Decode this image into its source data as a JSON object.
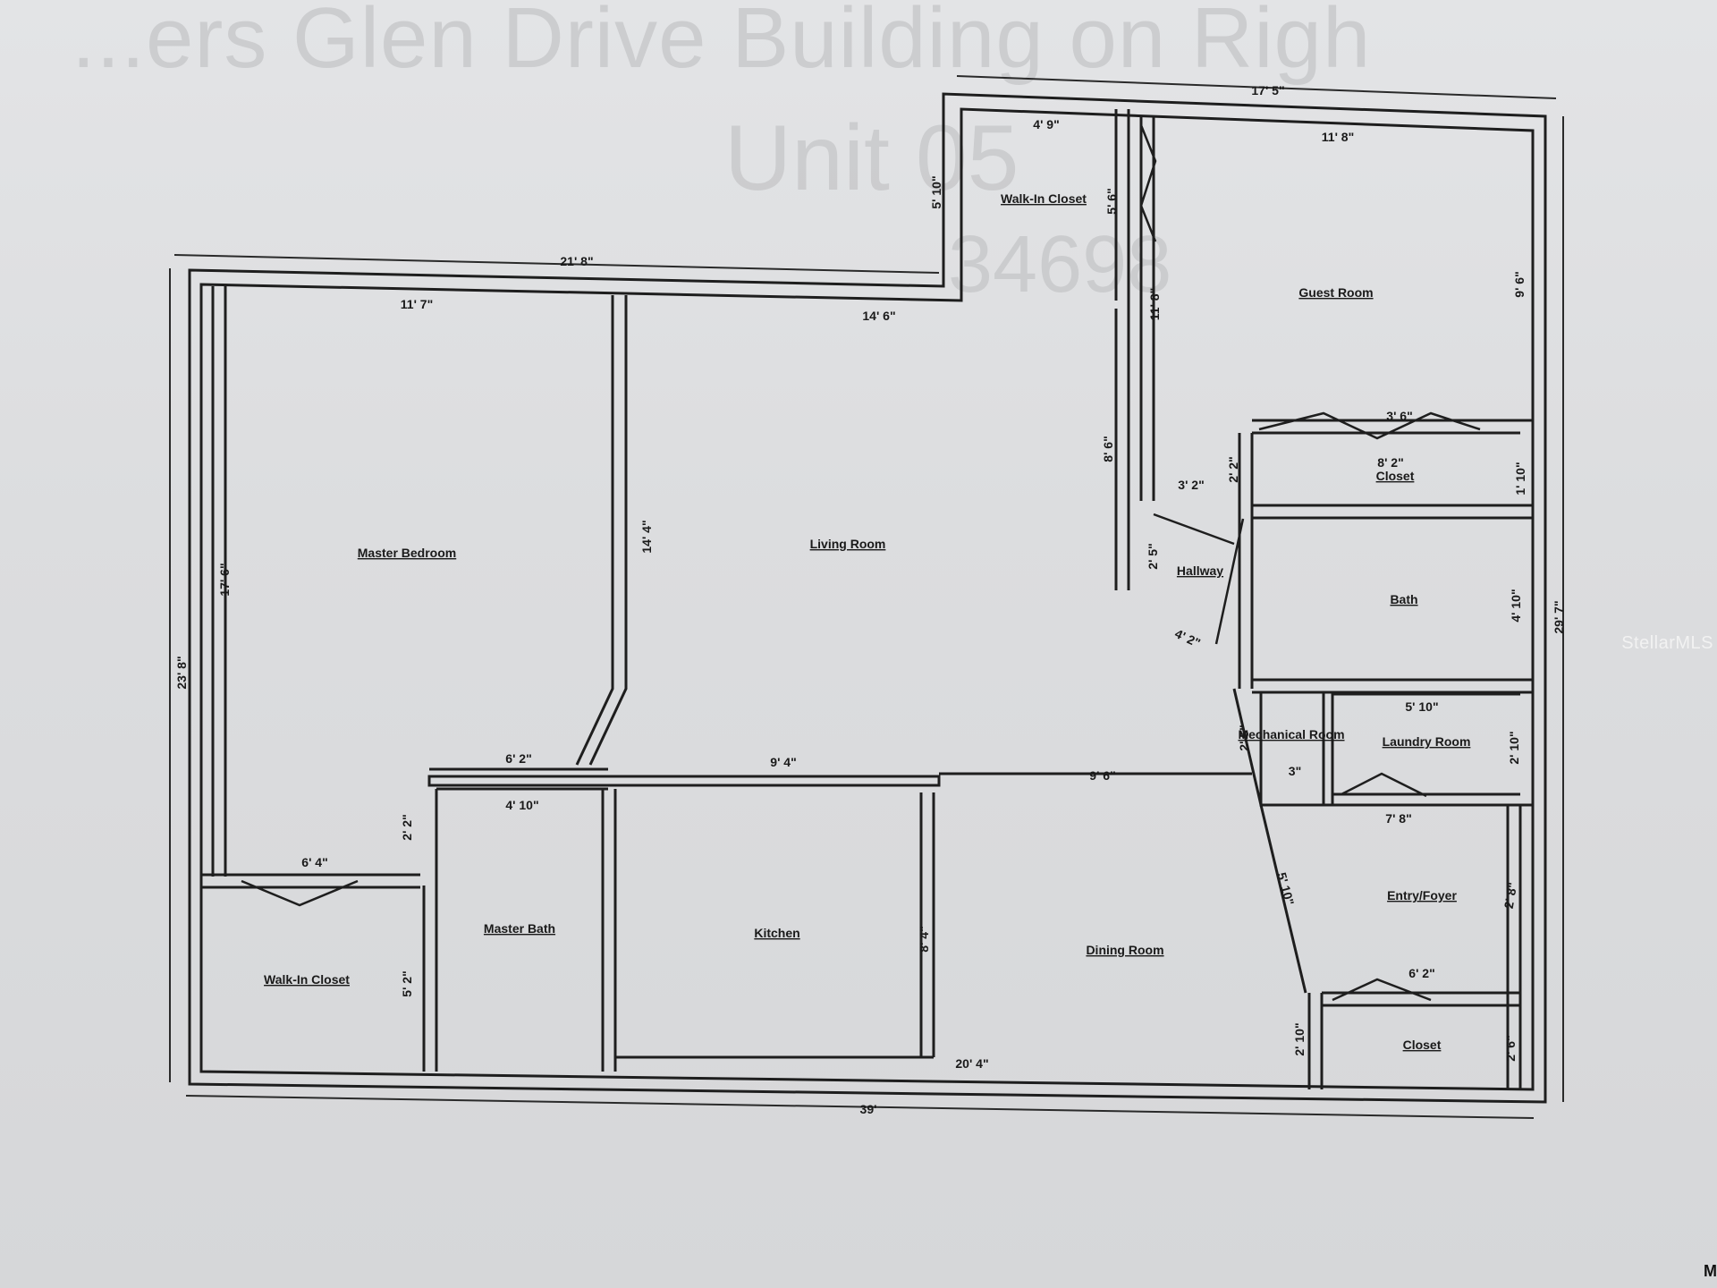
{
  "background_text": {
    "line1": "...ers Glen Drive Building on Righ",
    "line2": "Unit 05",
    "line3": "34698"
  },
  "watermark": "StellarMLS",
  "corner_mark": "M",
  "rooms": {
    "master_bedroom": "Master Bedroom",
    "living_room": "Living Room",
    "walk_in_closet_upper": "Walk-In Closet",
    "guest_room": "Guest Room",
    "closet_upper": "Closet",
    "hallway": "Hallway",
    "bath": "Bath",
    "mechanical_room": "Mechanical Room",
    "laundry_room": "Laundry Room",
    "entry_foyer": "Entry/Foyer",
    "master_bath": "Master Bath",
    "kitchen": "Kitchen",
    "dining_room": "Dining Room",
    "walk_in_closet_lower": "Walk-In Closet",
    "closet_lower": "Closet"
  },
  "dimensions": {
    "top_right_width": "17' 5\"",
    "top_left_width": "21' 8\"",
    "walk_in_closet_width": "4' 9\"",
    "walk_in_closet_left_height": "5' 10\"",
    "walk_in_closet_depth": "5' 6\"",
    "guest_room_width": "11' 8\"",
    "guest_room_height": "9' 6\"",
    "master_bedroom_width": "11' 7\"",
    "living_room_width": "14' 6\"",
    "hall_vertical": "11' 8\"",
    "living_right_height": "8' 6\"",
    "closet_top_width": "3' 6\"",
    "closet_inner_width": "8' 2\"",
    "closet_height": "1' 10\"",
    "hall_small_height": "2' 2\"",
    "hall_width": "3' 2\"",
    "hallway_height": "2' 5\"",
    "bath_height": "4' 10\"",
    "diagonal_entry": "4' 2\"",
    "overall_right_height": "29' 7\"",
    "overall_left_height": "23' 8\"",
    "master_bedroom_height": "17' 6\"",
    "living_left_height": "14' 4\"",
    "laundry_width": "5' 10\"",
    "laundry_height": "2' 10\"",
    "mech_height": "2' 5\"",
    "mech_small": "3\"",
    "master_bath_opening": "6' 2\"",
    "kitchen_opening": "9' 4\"",
    "dining_opening": "9' 6\"",
    "master_bath_width": "4' 10\"",
    "master_bath_door": "2' 2\"",
    "walk_in_closet_lower_width": "6' 4\"",
    "walk_in_closet_lower_height": "5' 2\"",
    "entry_width": "7' 8\"",
    "entry_diag": "5' 10\"",
    "entry_door": "2' 8\"",
    "kitchen_counter": "8' 4\"",
    "closet_lower_width": "6' 2\"",
    "closet_lower_height": "2' 6\"",
    "dining_bottom_height": "2' 10\"",
    "bottom_inner_width": "20' 4\"",
    "overall_width": "39'"
  }
}
